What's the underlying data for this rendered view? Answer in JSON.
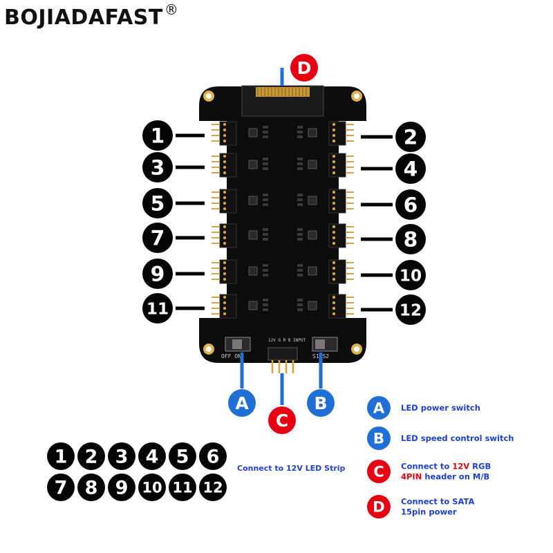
{
  "brand": {
    "name": "BOJIADAFAST",
    "mark": "®"
  },
  "colors": {
    "board": "#0d0d0d",
    "header_pin": "#d9a33a",
    "callout_blue": "#1f6fd6",
    "callout_red": "#e60012",
    "legend_text": "#1e3fd0",
    "number_circle": "#050505"
  },
  "ports": [
    {
      "label": "1",
      "side": "left"
    },
    {
      "label": "2",
      "side": "right"
    },
    {
      "label": "3",
      "side": "left"
    },
    {
      "label": "4",
      "side": "right"
    },
    {
      "label": "5",
      "side": "left"
    },
    {
      "label": "6",
      "side": "right"
    },
    {
      "label": "7",
      "side": "left"
    },
    {
      "label": "8",
      "side": "right"
    },
    {
      "label": "9",
      "side": "left"
    },
    {
      "label": "10",
      "side": "right"
    },
    {
      "label": "11",
      "side": "left"
    },
    {
      "label": "12",
      "side": "right"
    }
  ],
  "callouts": [
    {
      "letter": "A",
      "color": "blue",
      "target": "power-switch"
    },
    {
      "letter": "B",
      "color": "blue",
      "target": "speed-switch"
    },
    {
      "letter": "C",
      "color": "red",
      "target": "rgb-input-header"
    },
    {
      "letter": "D",
      "color": "red",
      "target": "sata-connector"
    }
  ],
  "board_silkscreen": {
    "left_switch": "OFF  ON",
    "right_switch": "S1  S2",
    "input_label": "12V G R B  INPUT"
  },
  "legend_numbers": {
    "row1": [
      "1",
      "2",
      "3",
      "4",
      "5",
      "6"
    ],
    "row2": [
      "7",
      "8",
      "9",
      "10",
      "11",
      "12"
    ],
    "text": "Connect  to 12V LED Strip"
  },
  "legend": [
    {
      "letter": "A",
      "color": "blue",
      "lines": [
        [
          {
            "text": "LED power switch",
            "color": "blue"
          }
        ]
      ]
    },
    {
      "letter": "B",
      "color": "blue",
      "lines": [
        [
          {
            "text": "LED speed control switch",
            "color": "blue"
          }
        ]
      ]
    },
    {
      "letter": "C",
      "color": "red",
      "lines": [
        [
          {
            "text": "Connect to ",
            "color": "blue"
          },
          {
            "text": "12V",
            "color": "red"
          },
          {
            "text": " RGB",
            "color": "blue"
          }
        ],
        [
          {
            "text": "4PIN",
            "color": "red"
          },
          {
            "text": " header on M/B",
            "color": "blue"
          }
        ]
      ]
    },
    {
      "letter": "D",
      "color": "red",
      "lines": [
        [
          {
            "text": "Connect  to SATA",
            "color": "blue"
          }
        ],
        [
          {
            "text": "15pin power",
            "color": "blue"
          }
        ]
      ]
    }
  ]
}
